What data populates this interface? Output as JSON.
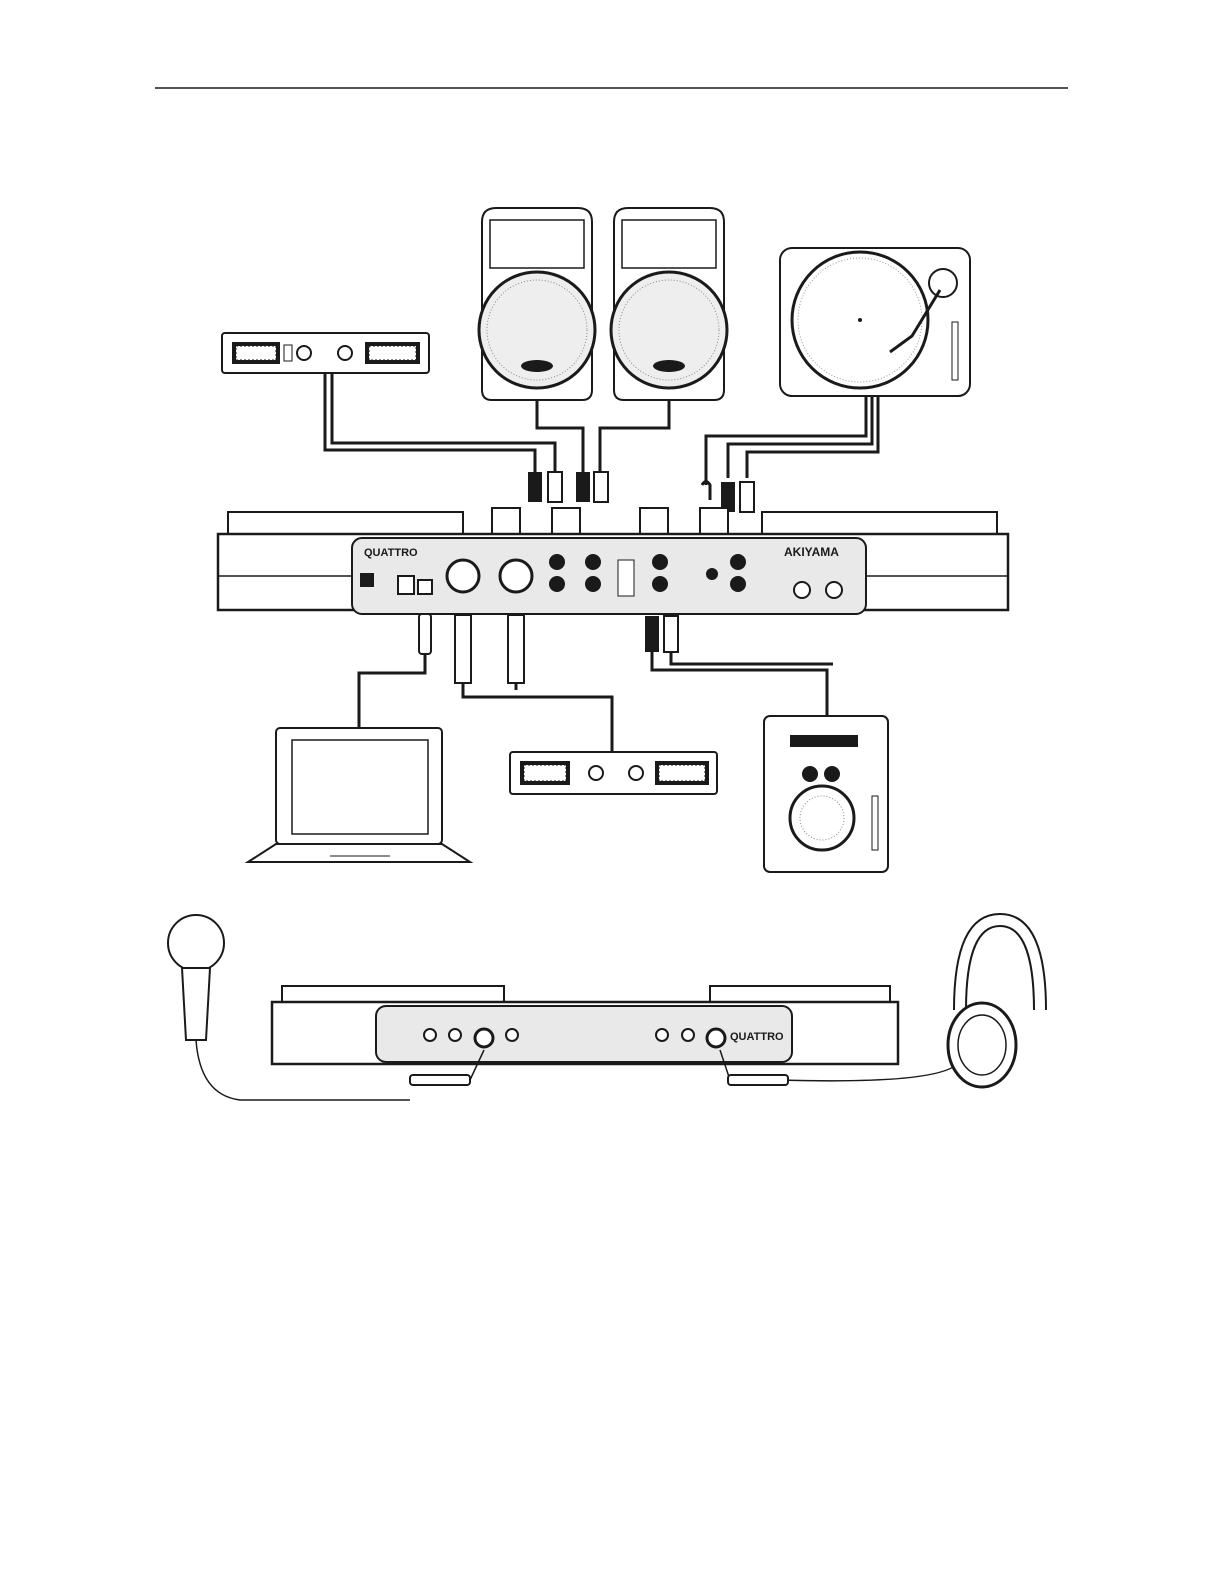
{
  "diagram": {
    "controller_brand": "QUATTRO",
    "manufacturer": "AKIYAMA",
    "front_panel_brand": "QUATTRO"
  },
  "icons": [
    "amplifier-icon",
    "speaker-icon",
    "turntable-icon",
    "laptop-icon",
    "cd-player-icon",
    "microphone-icon",
    "headphones-icon",
    "dj-controller-icon"
  ],
  "colors": {
    "line": "#1a1a1a",
    "panel": "#e9e9e9",
    "background": "#ffffff"
  }
}
